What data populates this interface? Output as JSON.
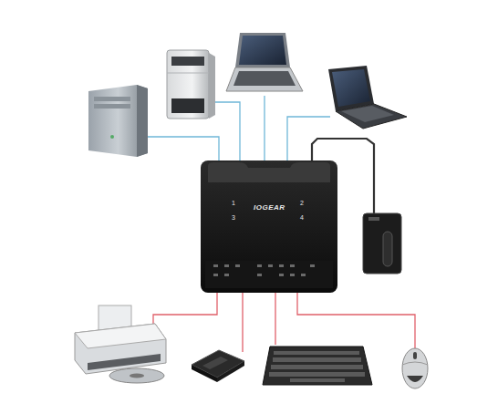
{
  "diagram": {
    "labels": [
      "1",
      "IOGEAR",
      "2",
      "3",
      "4"
    ]
  }
}
